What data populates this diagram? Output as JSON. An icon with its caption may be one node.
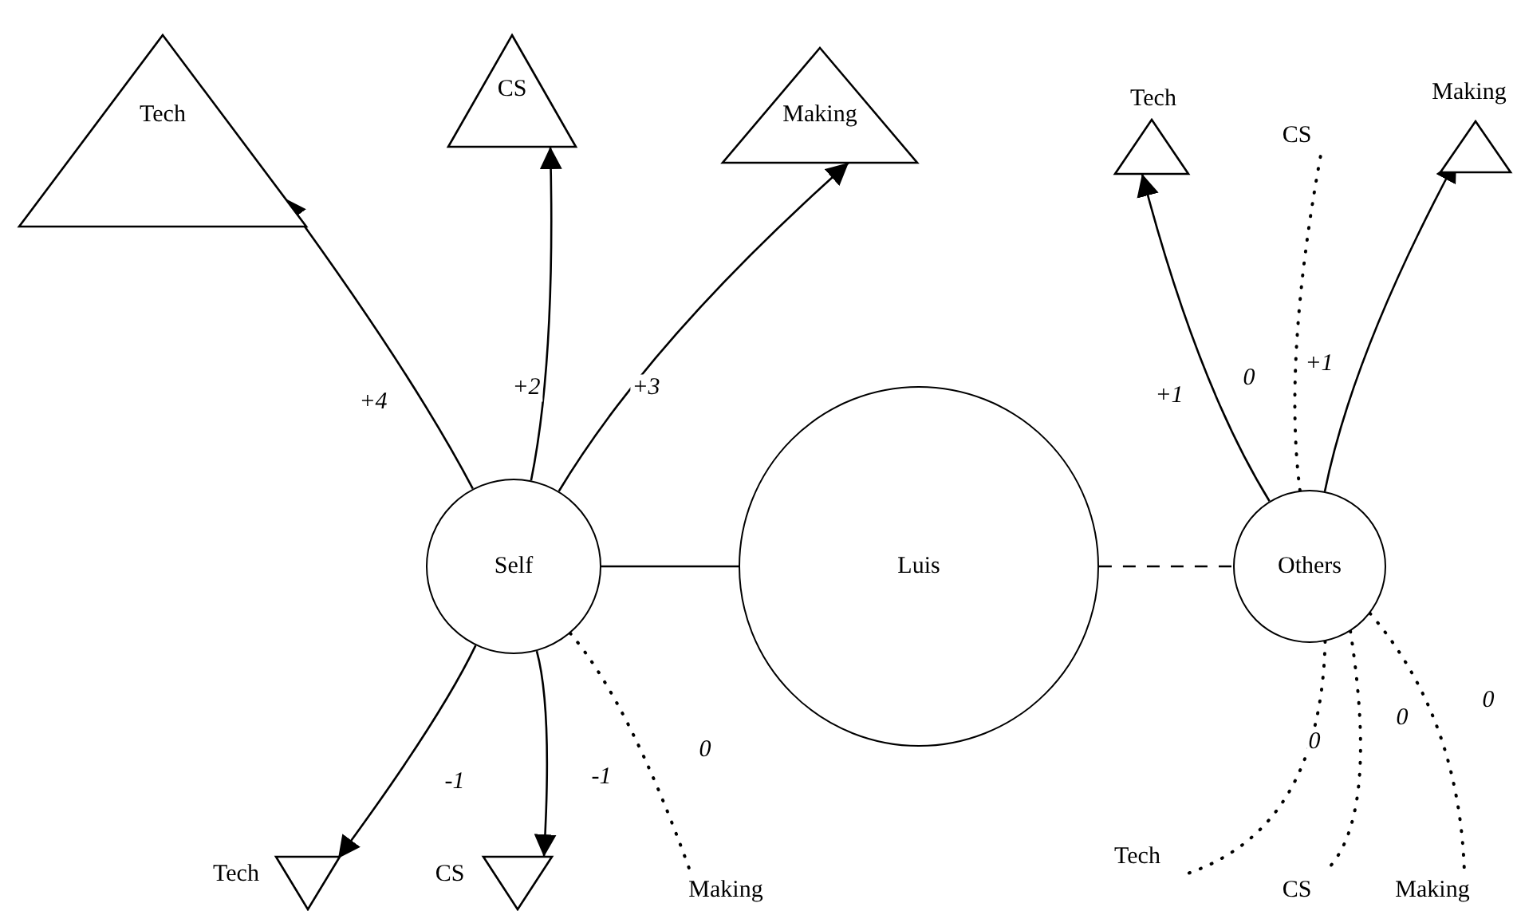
{
  "diagram": {
    "nodes": [
      {
        "text": [
          "Tech"
        ]
      },
      {
        "text": [
          "CS"
        ]
      },
      {
        "text": [
          "Making"
        ]
      },
      {
        "text": [
          "Self"
        ]
      },
      {
        "text": [
          "Luis"
        ]
      },
      {
        "text": [
          "Others"
        ]
      },
      {
        "text": [
          "Tech"
        ]
      },
      {
        "text": [
          "CS"
        ]
      },
      {
        "text": [
          "Making"
        ]
      },
      {
        "text": [
          "Tech"
        ]
      },
      {
        "text": [
          "CS"
        ]
      },
      {
        "text": [
          "Making"
        ]
      },
      {
        "text": [
          "Tech"
        ]
      },
      {
        "text": [
          "CS"
        ]
      },
      {
        "text": [
          "Making"
        ]
      }
    ],
    "edges": [
      {
        "from": 3,
        "to": 0,
        "arrow": "to",
        "label": "+4"
      },
      {
        "from": 3,
        "to": 1,
        "arrow": "to",
        "label": "+2"
      },
      {
        "from": 3,
        "to": 2,
        "arrow": "to",
        "label": "+3"
      },
      {
        "from": 3,
        "to": 4,
        "arrow": "none"
      },
      {
        "from": 4,
        "to": 5,
        "arrow": "none",
        "style": "dashed"
      },
      {
        "from": 5,
        "to": 6,
        "arrow": "to",
        "label": "+1"
      },
      {
        "from": 5,
        "to": 7,
        "arrow": "none",
        "label": "0",
        "style": "dashed"
      },
      {
        "from": 5,
        "to": 8,
        "arrow": "to",
        "label": "+1"
      },
      {
        "from": 3,
        "to": 9,
        "arrow": "to",
        "label": "-1"
      },
      {
        "from": 3,
        "to": 10,
        "arrow": "to",
        "label": "-1"
      },
      {
        "from": 3,
        "to": 11,
        "arrow": "none",
        "label": "0",
        "style": "dashed"
      },
      {
        "from": 5,
        "to": 12,
        "arrow": "none",
        "label": "0",
        "style": "dashed"
      },
      {
        "from": 5,
        "to": 13,
        "arrow": "none",
        "label": "0",
        "style": "dashed"
      },
      {
        "from": 5,
        "to": 14,
        "arrow": "none",
        "label": "0",
        "style": "dashed"
      }
    ]
  }
}
